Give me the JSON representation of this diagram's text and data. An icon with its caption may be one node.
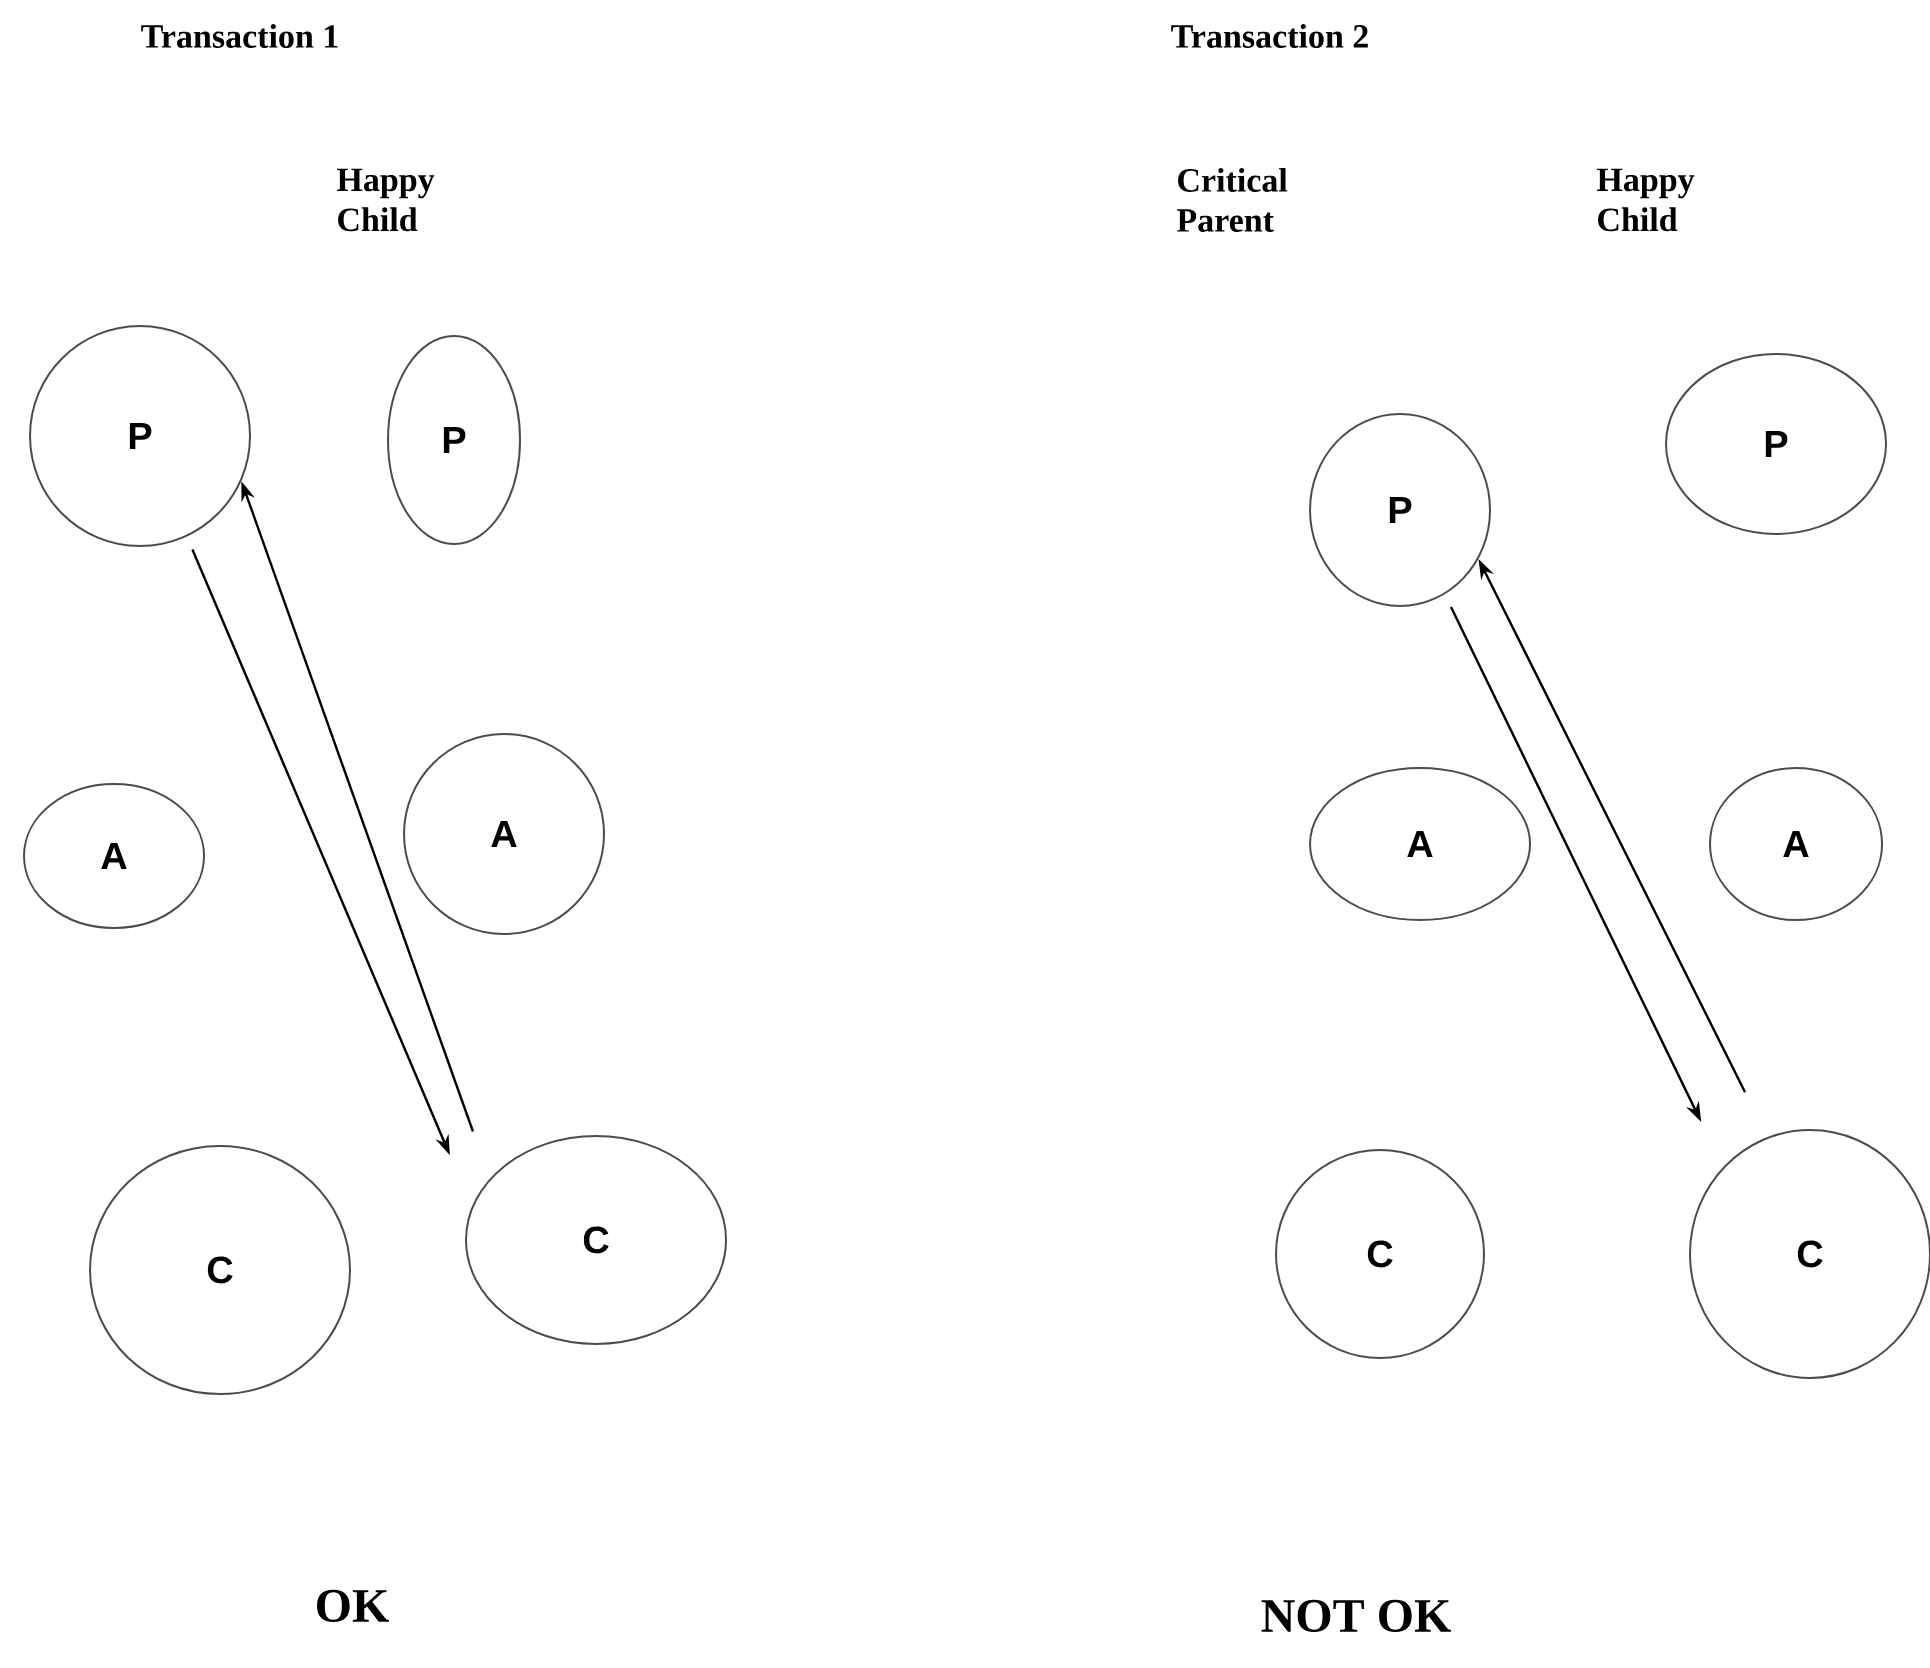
{
  "diagram": {
    "nodes": [
      {
        "text": [
          "P"
        ]
      },
      {
        "text": [
          "A"
        ]
      },
      {
        "text": [
          "C"
        ]
      },
      {
        "text": [
          "P"
        ]
      },
      {
        "text": [
          "A"
        ]
      },
      {
        "text": [
          "C"
        ]
      },
      {
        "text": [
          "P"
        ]
      },
      {
        "text": [
          "A"
        ]
      },
      {
        "text": [
          "C"
        ]
      },
      {
        "text": [
          "P"
        ]
      },
      {
        "text": [
          "A"
        ]
      },
      {
        "text": [
          "C"
        ]
      }
    ],
    "edges": [
      {
        "from": 0,
        "to": 5,
        "arrow": "to"
      },
      {
        "from": 5,
        "to": 0,
        "arrow": "to"
      },
      {
        "from": 6,
        "to": 11,
        "arrow": "to"
      },
      {
        "from": 11,
        "to": 6,
        "arrow": "to"
      }
    ],
    "labels": [
      "Transaction 1",
      "Transaction 2",
      "Happy Child",
      "Critical Parent",
      "Happy Child",
      "OK",
      "NOT OK"
    ]
  }
}
